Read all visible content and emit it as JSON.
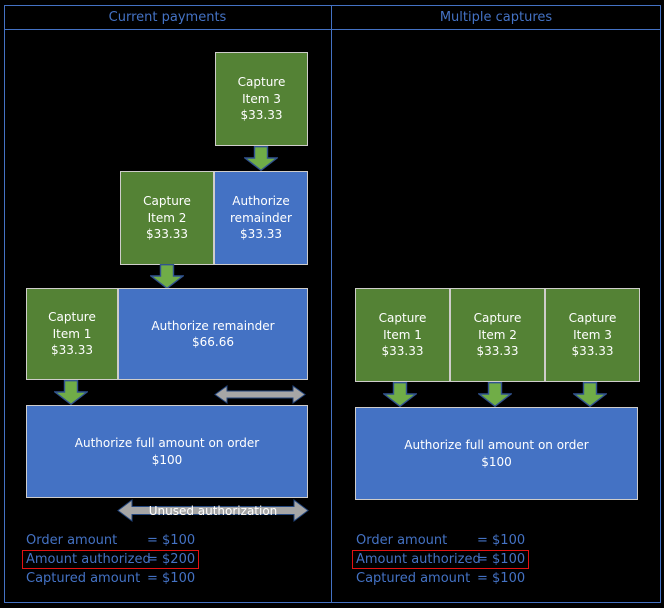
{
  "header": {
    "left_title": "Current payments",
    "right_title": "Multiple captures"
  },
  "left_panel": {
    "capture_item3": {
      "lines": [
        "Capture",
        "Item 3",
        "$33.33"
      ]
    },
    "capture_item2": {
      "lines": [
        "Capture",
        "Item 2",
        "$33.33"
      ]
    },
    "authorize_remainder_small": {
      "lines": [
        "Authorize",
        "remainder",
        "$33.33"
      ]
    },
    "capture_item1": {
      "lines": [
        "Capture",
        "Item 1",
        "$33.33"
      ]
    },
    "authorize_remainder_large": {
      "lines": [
        "Authorize remainder",
        "$66.66"
      ]
    },
    "authorize_full": {
      "lines": [
        "Authorize full amount on order",
        "$100"
      ]
    },
    "unused_authorization_label": "Unused authorization",
    "summary": [
      {
        "label": "Order amount",
        "value": "= $100",
        "highlighted": false
      },
      {
        "label": "Amount authorized",
        "value": "= $200",
        "highlighted": true
      },
      {
        "label": "Captured amount",
        "value": "= $100",
        "highlighted": false
      }
    ]
  },
  "right_panel": {
    "capture_item1": {
      "lines": [
        "Capture",
        "Item 1",
        "$33.33"
      ]
    },
    "capture_item2": {
      "lines": [
        "Capture",
        "Item 2",
        "$33.33"
      ]
    },
    "capture_item3": {
      "lines": [
        "Capture",
        "Item 3",
        "$33.33"
      ]
    },
    "authorize_full": {
      "lines": [
        "Authorize full amount on order",
        "$100"
      ]
    },
    "summary": [
      {
        "label": "Order amount",
        "value": "= $100",
        "highlighted": false
      },
      {
        "label": "Amount authorized",
        "value": "= $100",
        "highlighted": true
      },
      {
        "label": "Captured amount",
        "value": "= $100",
        "highlighted": false
      }
    ]
  },
  "colors": {
    "background": "#000000",
    "frame_blue": "#4472C4",
    "box_blue": "#4472C4",
    "box_green": "#548235",
    "arrow_green": "#70AD47",
    "arrow_outline": "#31538F",
    "gray_arrow": "#A6A6A6",
    "gray_arrow_outline": "#24477F",
    "box_border_gray": "#CFCDCB",
    "highlight_red": "#E31212",
    "box_text": "#FFFFFF",
    "summary_text": "#4472C4"
  }
}
